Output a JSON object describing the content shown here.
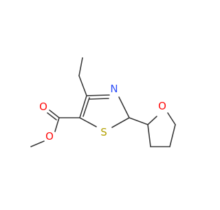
{
  "molecule": {
    "atom_labels": {
      "ester_carbonyl_oxygen": "O",
      "ester_methoxy_oxygen": "O",
      "thiazole_nitrogen": "N",
      "thiazole_sulfur": "S",
      "thf_oxygen": "O"
    },
    "colors": {
      "bond": "#3a3a3a",
      "oxygen": "#ff0d0d",
      "nitrogen": "#3050f8",
      "sulfur": "#b3a000",
      "background": "#ffffff"
    }
  }
}
